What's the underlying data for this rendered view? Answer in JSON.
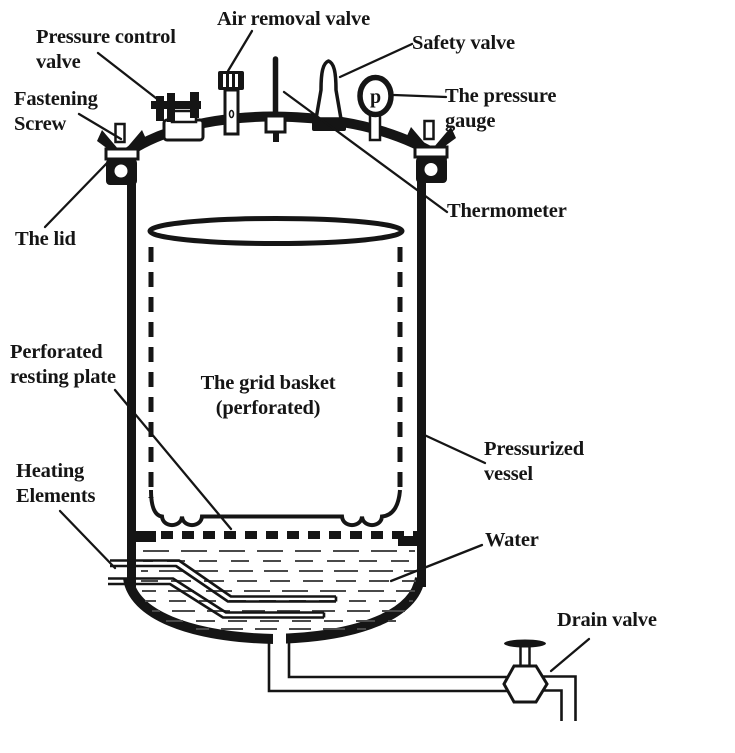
{
  "labels": {
    "pressure_control_valve": {
      "line1": "Pressure control",
      "line2": "valve"
    },
    "air_removal_valve": {
      "text": "Air removal valve"
    },
    "safety_valve": {
      "text": "Safety valve"
    },
    "pressure_gauge": {
      "line1": "The pressure",
      "line2": "gauge"
    },
    "fastening_screw": {
      "line1": "Fastening",
      "line2": "Screw"
    },
    "the_lid": {
      "text": "The lid"
    },
    "thermometer": {
      "text": "Thermometer"
    },
    "perforated_resting_plate": {
      "line1": "Perforated",
      "line2": "resting plate"
    },
    "grid_basket": {
      "line1": "The grid basket",
      "line2": "(perforated)"
    },
    "pressurized_vessel": {
      "line1": "Pressurized",
      "line2": "vessel"
    },
    "heating_elements": {
      "line1": "Heating",
      "line2": "Elements"
    },
    "water": {
      "text": "Water"
    },
    "drain_valve": {
      "text": "Drain valve"
    }
  },
  "gauge": {
    "letter": "p"
  },
  "colors": {
    "ink": "#151515",
    "water_lines": "#4a4a4a",
    "background": "#ffffff"
  }
}
